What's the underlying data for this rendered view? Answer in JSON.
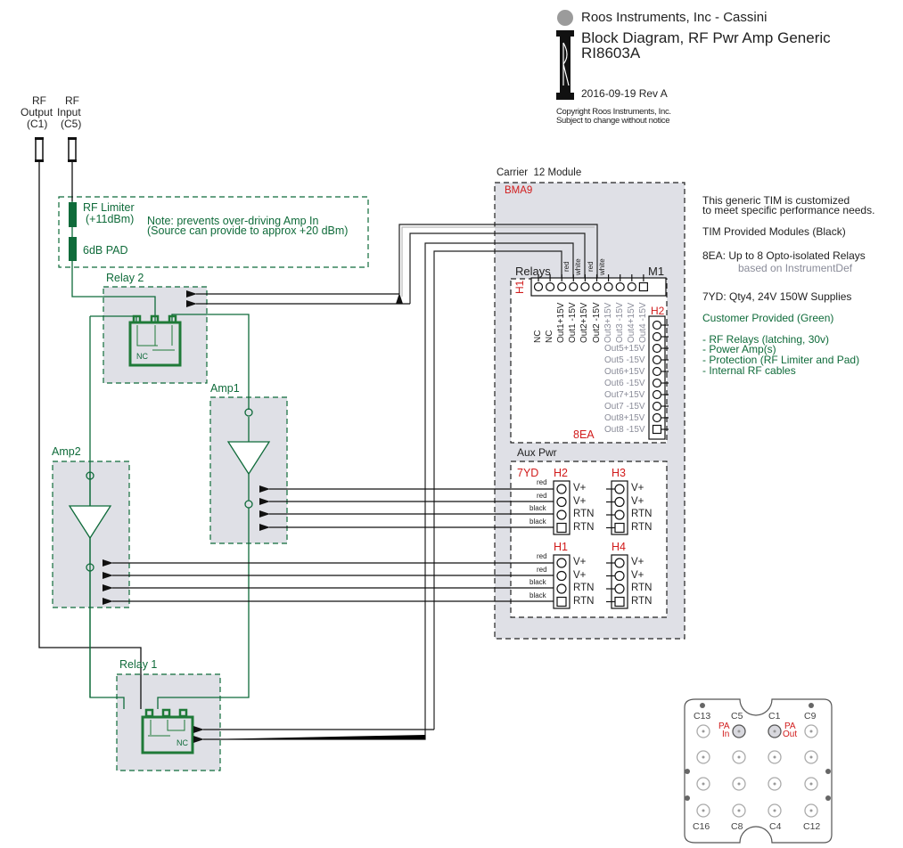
{
  "header": {
    "company": "Roos Instruments, Inc - Cassini",
    "title": "Block Diagram, RF Pwr Amp Generic",
    "part_number": "RI8603A",
    "date_rev": "2016-09-19 Rev A",
    "copyright": "Copyright Roos Instruments, Inc.",
    "notice": "Subject to change without notice"
  },
  "rf_ports": {
    "output": {
      "line1": "RF",
      "line2": "Output",
      "line3": "(C1)"
    },
    "input": {
      "line1": "RF",
      "line2": "Input",
      "line3": "(C5)"
    }
  },
  "protection": {
    "limiter_label": "RF Limiter",
    "limiter_value": "(+11dBm)",
    "pad_label": "6dB PAD",
    "note_line1": "Note: prevents over-driving Amp In",
    "note_line2": "(Source can provide to approx +20 dBm)"
  },
  "relays": {
    "relay2_label": "Relay 2",
    "relay1_label": "Relay 1",
    "nc_label": "NC"
  },
  "amps": {
    "amp1_label": "Amp1",
    "amp2_label": "Amp2"
  },
  "carrier": {
    "title": "Carrier  12 Module",
    "slot": "BMA9",
    "relays_module": {
      "label": "Relays",
      "module_id": "M1",
      "h1_label": "H1",
      "h2_label": "H2",
      "type": "8EA",
      "wire_colors": [
        "red",
        "white",
        "red",
        "white"
      ],
      "h1_pins": [
        "NC",
        "NC",
        "Out1+15V",
        "Out1 -15V",
        "Out2+15V",
        "Out2 -15V",
        "Out3+15V",
        "Out3 -15V",
        "Out4+15V",
        "Out4 -15V"
      ],
      "h2_pins": [
        "Out5+15V",
        "Out5 -15V",
        "Out6+15V",
        "Out6 -15V",
        "Out7+15V",
        "Out7 -15V",
        "Out8+15V",
        "Out8 -15V"
      ]
    },
    "aux_pwr": {
      "label": "Aux Pwr",
      "type": "7YD",
      "headers": [
        {
          "name": "H2",
          "wires": [
            "red",
            "red",
            "black",
            "black"
          ],
          "pins": [
            "V+",
            "V+",
            "RTN",
            "RTN"
          ]
        },
        {
          "name": "H3",
          "wires": [],
          "pins": [
            "V+",
            "V+",
            "RTN",
            "RTN"
          ]
        },
        {
          "name": "H1",
          "wires": [
            "red",
            "red",
            "black",
            "black"
          ],
          "pins": [
            "V+",
            "V+",
            "RTN",
            "RTN"
          ]
        },
        {
          "name": "H4",
          "wires": [],
          "pins": [
            "V+",
            "V+",
            "RTN",
            "RTN"
          ]
        }
      ]
    }
  },
  "notes": {
    "intro1": "This generic TIM is customized",
    "intro2": "to meet specific performance needs.",
    "tim_provided": "TIM Provided Modules (Black)",
    "m8ea": "8EA: Up to 8 Opto-isolated Relays",
    "m8ea_sub": "based on InstrumentDef",
    "m7yd": "7YD: Qty4, 24V 150W Supplies",
    "customer_provided": "Customer Provided (Green)",
    "customer_items": [
      "- RF Relays (latching, 30v)",
      "- Power Amp(s)",
      "- Protection (RF Limiter and Pad)",
      "- Internal RF cables"
    ]
  },
  "connector_panel": {
    "top_labels": [
      "C13",
      "C5",
      "C1",
      "C9"
    ],
    "bottom_labels": [
      "C16",
      "C8",
      "C4",
      "C12"
    ],
    "pa_in": [
      "PA",
      "In"
    ],
    "pa_out": [
      "PA",
      "Out"
    ]
  },
  "colors": {
    "green": "#0f6b3a",
    "red": "#d11b1b",
    "gray_fill": "#dfe0e6",
    "black": "#1a1a1a"
  }
}
